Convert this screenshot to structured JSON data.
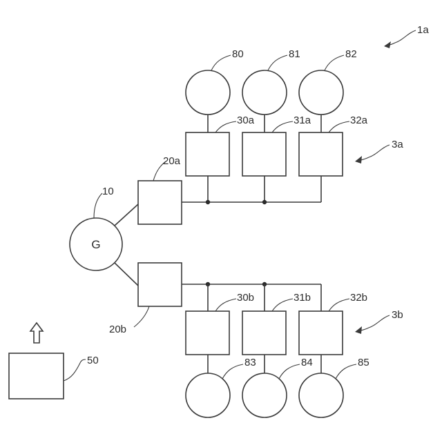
{
  "figure_label": "1a",
  "groups": [
    {
      "ref": "3a"
    },
    {
      "ref": "3b"
    }
  ],
  "generator": {
    "symbol": "G",
    "ref": "10"
  },
  "controller": {
    "ref": "50"
  },
  "hub_a": {
    "ref": "20a"
  },
  "hub_b": {
    "ref": "20b"
  },
  "units_a": [
    {
      "box_ref": "30a",
      "load_ref": "80"
    },
    {
      "box_ref": "31a",
      "load_ref": "81"
    },
    {
      "box_ref": "32a",
      "load_ref": "82"
    }
  ],
  "units_b": [
    {
      "box_ref": "30b",
      "load_ref": "83"
    },
    {
      "box_ref": "31b",
      "load_ref": "84"
    },
    {
      "box_ref": "32b",
      "load_ref": "85"
    }
  ]
}
